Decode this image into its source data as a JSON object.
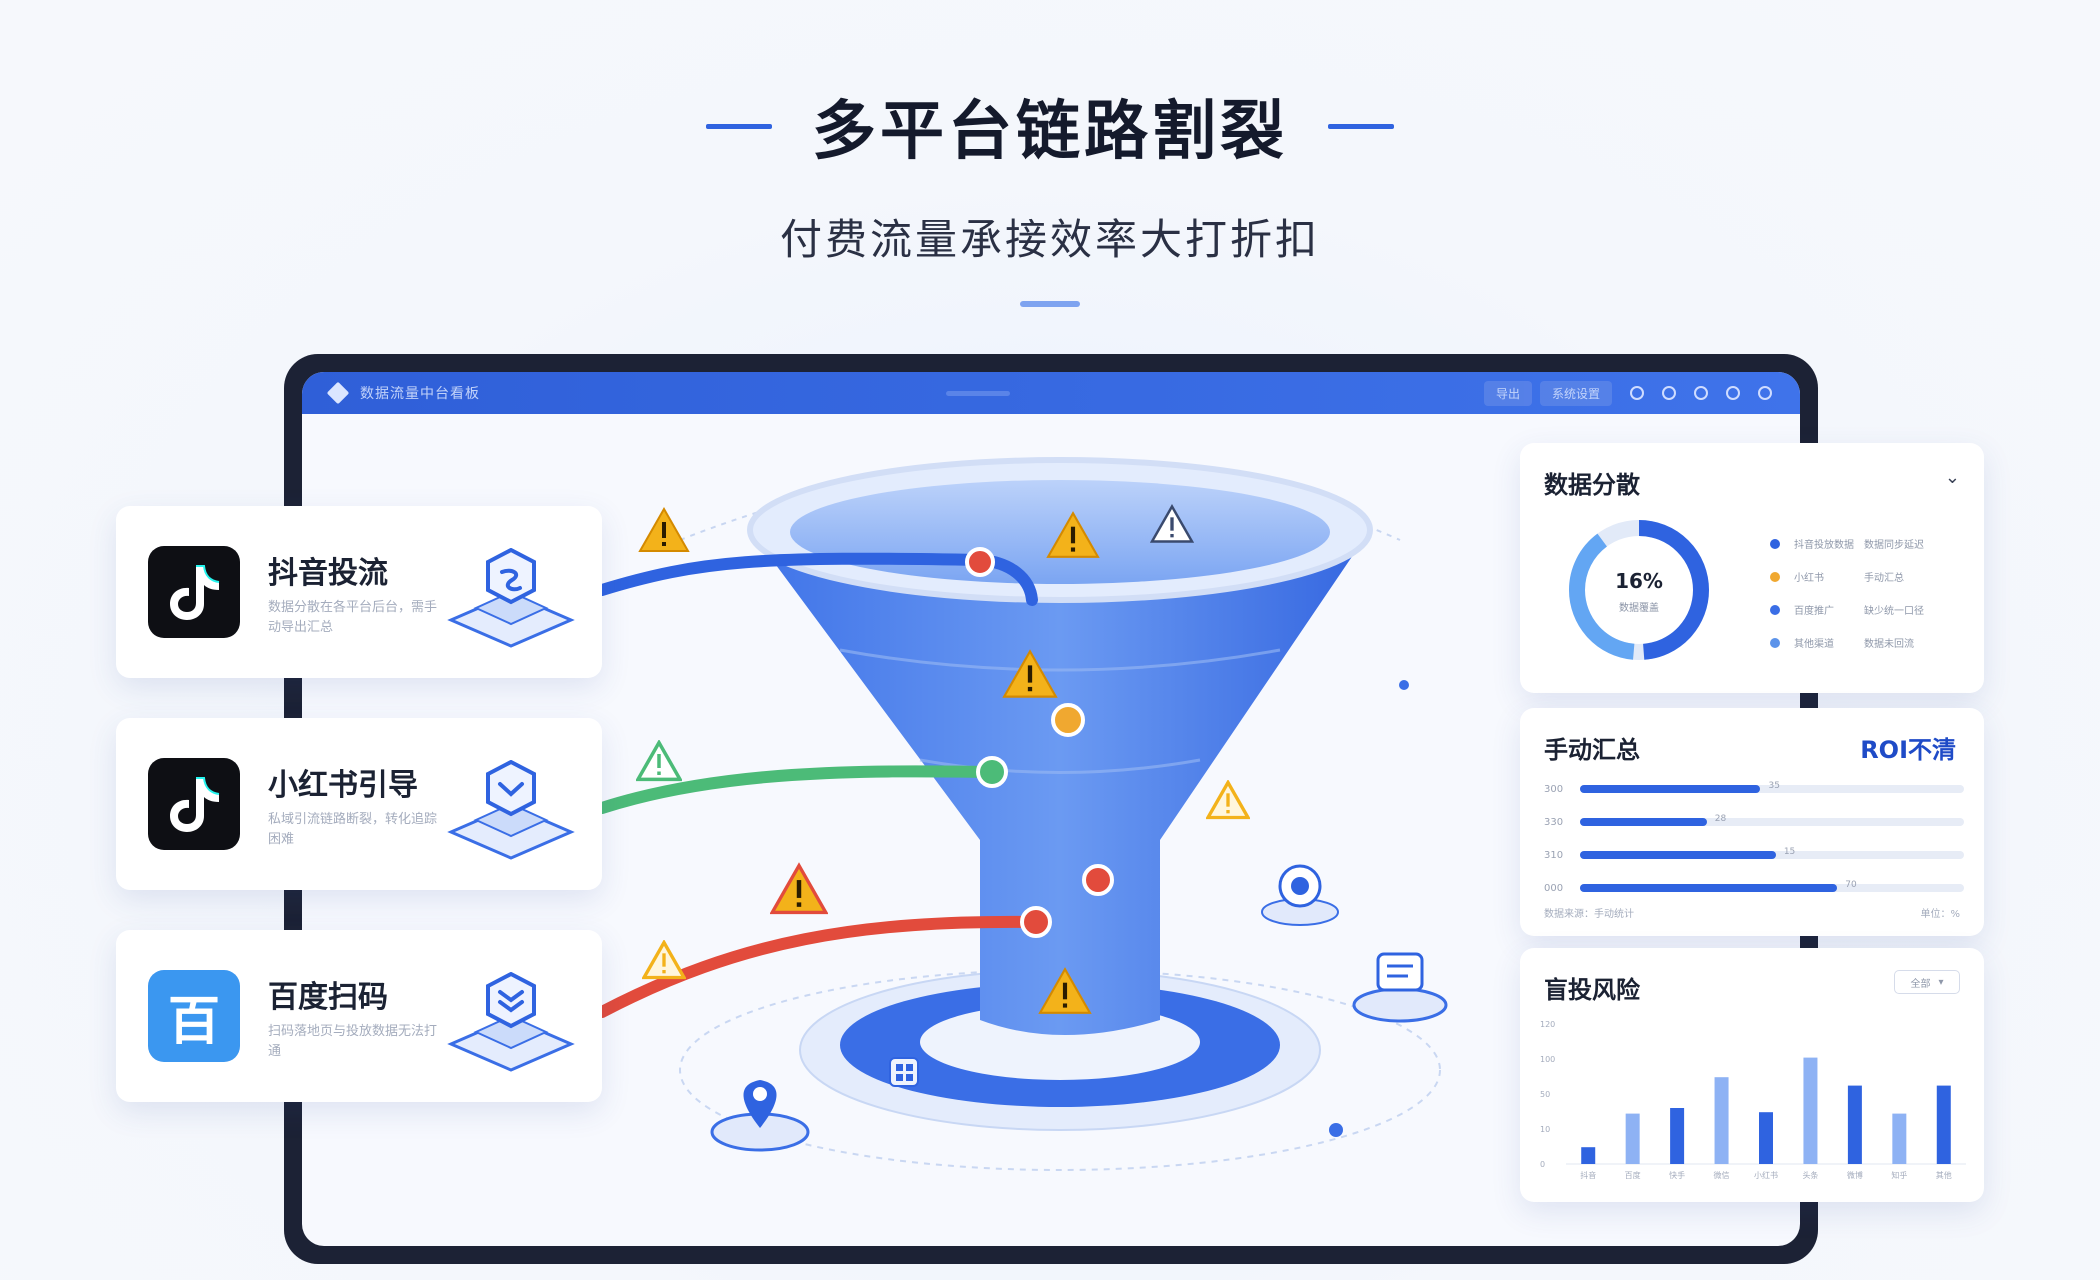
{
  "header": {
    "title": "多平台链路割裂",
    "subtitle": "付费流量承接效率大打折扣"
  },
  "topbar": {
    "brand": "数据流量中台看板",
    "tabs": [
      "导出",
      "系统设置"
    ]
  },
  "platforms": [
    {
      "name": "抖音投流",
      "icon": "tiktok-icon",
      "desc": "数据分散在各平台后台，需手动导出汇总"
    },
    {
      "name": "小红书引导",
      "icon": "tiktok-icon",
      "desc": "私域引流链路断裂，转化追踪困难"
    },
    {
      "name": "百度扫码",
      "icon": "baidu-icon",
      "glyph": "百",
      "desc": "扫码落地页与投放数据无法打通"
    }
  ],
  "panels": {
    "distribution": {
      "title": "数据分散",
      "center_value": "16%",
      "center_label": "数据覆盖",
      "legend": [
        {
          "a": "抖音投放数据",
          "b": "数据同步延迟",
          "color": "#2f63e0"
        },
        {
          "a": "小红书",
          "b": "手动汇总",
          "color": "#f0a830"
        },
        {
          "a": "百度推广",
          "b": "缺少统一口径",
          "color": "#3a6ee6"
        },
        {
          "a": "其他渠道",
          "b": "数据未回流",
          "color": "#5b93ea"
        }
      ]
    },
    "manual": {
      "title": "手动汇总",
      "badge": "ROI不清",
      "rows": [
        {
          "label": "300",
          "value": 0.47,
          "text": "35"
        },
        {
          "label": "330",
          "value": 0.33,
          "text": "28"
        },
        {
          "label": "310",
          "value": 0.51,
          "text": "15"
        },
        {
          "label": "000",
          "value": 0.67,
          "text": "70"
        }
      ],
      "foot_left": "数据来源：手动统计",
      "foot_right": "单位：%"
    },
    "risk": {
      "title": "盲投风险",
      "select": "全部",
      "y_ticks": [
        "120",
        "100",
        "50",
        "10",
        "0"
      ],
      "x_labels": [
        "抖音",
        "百度",
        "快手",
        "微信",
        "小红书",
        "头条",
        "微博",
        "知乎",
        "其他"
      ],
      "values": [
        12,
        36,
        40,
        62,
        37,
        76,
        56,
        36,
        56
      ]
    }
  },
  "colors": {
    "primary": "#2f63e0",
    "green": "#4cbb78",
    "red": "#e24b3c",
    "orange": "#f0a830",
    "warn": "#f3b21a"
  }
}
